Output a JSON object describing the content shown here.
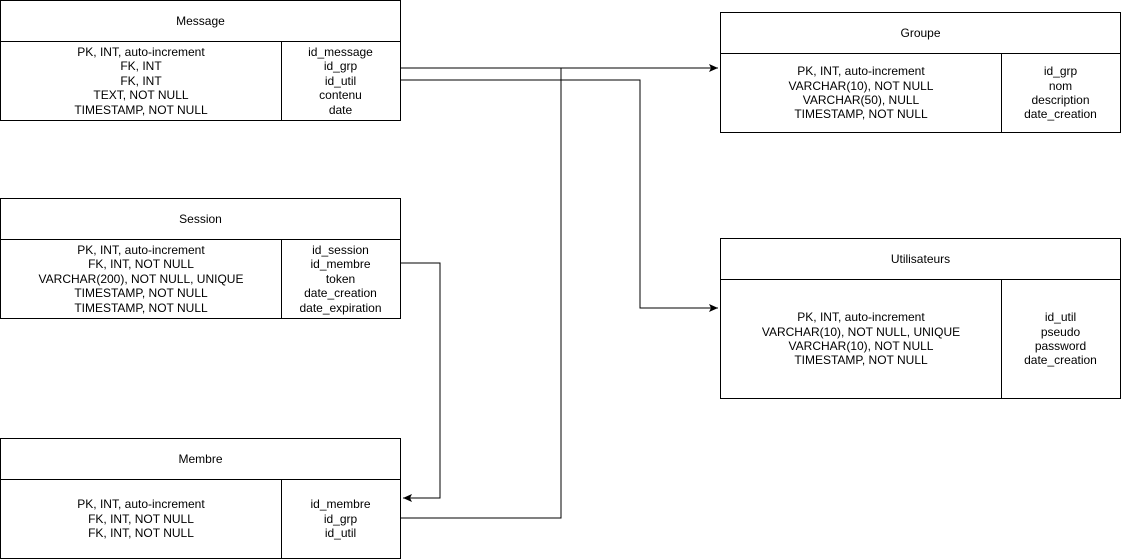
{
  "entities": {
    "message": {
      "title": "Message",
      "types": [
        "PK, INT, auto-increment",
        "FK, INT",
        "FK, INT",
        "TEXT, NOT NULL",
        "TIMESTAMP, NOT NULL"
      ],
      "columns": [
        "id_message",
        "id_grp",
        "id_util",
        "contenu",
        "date"
      ]
    },
    "session": {
      "title": "Session",
      "types": [
        "PK, INT, auto-increment",
        "FK, INT, NOT NULL",
        "VARCHAR(200), NOT NULL, UNIQUE",
        "TIMESTAMP, NOT NULL",
        "TIMESTAMP, NOT NULL"
      ],
      "columns": [
        "id_session",
        "id_membre",
        "token",
        "date_creation",
        "date_expiration"
      ]
    },
    "membre": {
      "title": "Membre",
      "types": [
        "PK, INT, auto-increment",
        "FK, INT, NOT NULL",
        "FK, INT, NOT NULL"
      ],
      "columns": [
        "id_membre",
        "id_grp",
        "id_util"
      ]
    },
    "groupe": {
      "title": "Groupe",
      "types": [
        "PK, INT, auto-increment",
        "VARCHAR(10), NOT NULL",
        "VARCHAR(50), NULL",
        "TIMESTAMP, NOT NULL"
      ],
      "columns": [
        "id_grp",
        "nom",
        "description",
        "date_creation"
      ]
    },
    "utilisateurs": {
      "title": "Utilisateurs",
      "types": [
        "PK, INT, auto-increment",
        "VARCHAR(10), NOT NULL, UNIQUE",
        "VARCHAR(10), NOT NULL",
        "TIMESTAMP, NOT NULL"
      ],
      "columns": [
        "id_util",
        "pseudo",
        "password",
        "date_creation"
      ]
    }
  },
  "relationships": [
    {
      "from": "message.id_grp",
      "to": "groupe"
    },
    {
      "from": "message.id_util",
      "to": "utilisateurs"
    },
    {
      "from": "session.id_membre",
      "to": "membre"
    },
    {
      "from": "membre.id_grp",
      "to": "groupe"
    }
  ]
}
